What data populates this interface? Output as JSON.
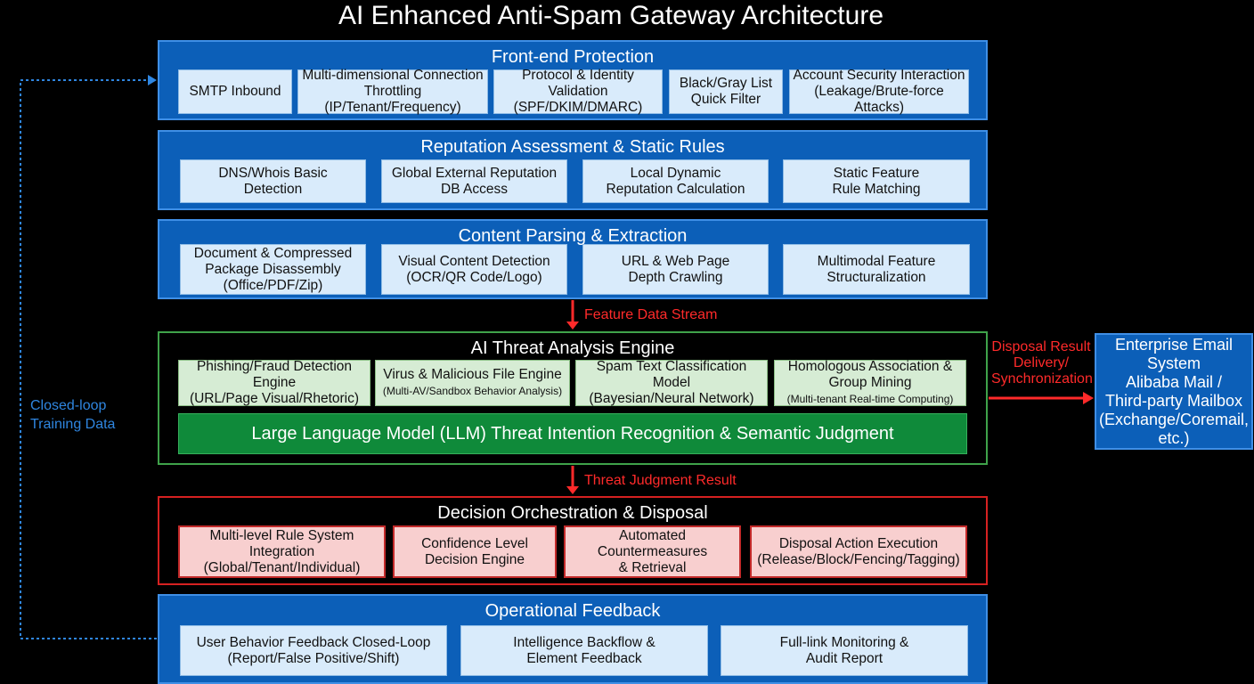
{
  "title": "AI Enhanced Anti-Spam Gateway Architecture",
  "front_end": {
    "title": "Front-end Protection",
    "items": [
      "SMTP Inbound",
      "Multi-dimensional Connection\nThrottling (IP/Tenant/Frequency)",
      "Protocol & Identity Validation\n(SPF/DKIM/DMARC)",
      "Black/Gray List\nQuick Filter",
      "Account Security Interaction\n(Leakage/Brute-force Attacks)"
    ]
  },
  "reputation": {
    "title": "Reputation Assessment & Static Rules",
    "items": [
      "DNS/Whois Basic\nDetection",
      "Global External Reputation\nDB Access",
      "Local Dynamic\nReputation Calculation",
      "Static Feature\nRule Matching"
    ]
  },
  "content": {
    "title": "Content Parsing & Extraction",
    "items": [
      "Document & Compressed\nPackage Disassembly\n(Office/PDF/Zip)",
      "Visual Content Detection\n(OCR/QR Code/Logo)",
      "URL & Web Page\nDepth Crawling",
      "Multimodal Feature\nStructuralization"
    ]
  },
  "feature_stream": "Feature Data Stream",
  "engine": {
    "title": "AI Threat Analysis Engine",
    "items": [
      {
        "main": "Phishing/Fraud Detection Engine\n(URL/Page Visual/Rhetoric)",
        "sub": ""
      },
      {
        "main": "Virus & Malicious File Engine",
        "sub": "(Multi-AV/Sandbox Behavior Analysis)"
      },
      {
        "main": "Spam Text Classification Model\n(Bayesian/Neural Network)",
        "sub": ""
      },
      {
        "main": "Homologous Association &\nGroup Mining",
        "sub": "(Multi-tenant Real-time Computing)"
      }
    ],
    "llm": "Large Language Model (LLM) Threat Intention Recognition & Semantic Judgment"
  },
  "threat_result": "Threat Judgment Result",
  "decision": {
    "title": "Decision Orchestration & Disposal",
    "items": [
      "Multi-level Rule System Integration\n(Global/Tenant/Individual)",
      "Confidence Level\nDecision Engine",
      "Automated Countermeasures\n& Retrieval",
      "Disposal Action Execution\n(Release/Block/Fencing/Tagging)"
    ]
  },
  "feedback": {
    "title": "Operational Feedback",
    "items": [
      "User Behavior Feedback Closed-Loop\n(Report/False Positive/Shift)",
      "Intelligence Backflow &\nElement Feedback",
      "Full-link Monitoring &\nAudit Report"
    ]
  },
  "closed_loop": "Closed-loop\nTraining Data",
  "disposal_delivery": "Disposal Result\nDelivery/\nSynchronization",
  "target_system": "Enterprise Email\nSystem\nAlibaba Mail /\nThird-party Mailbox\n(Exchange/Coremail,\netc.)",
  "colors": {
    "layer_blue": "#0c5fb8",
    "engine_border": "#3fa24a",
    "decision_border": "#d62121",
    "arrow_red": "#ff2a2a",
    "loop_blue": "#2f86e0"
  }
}
